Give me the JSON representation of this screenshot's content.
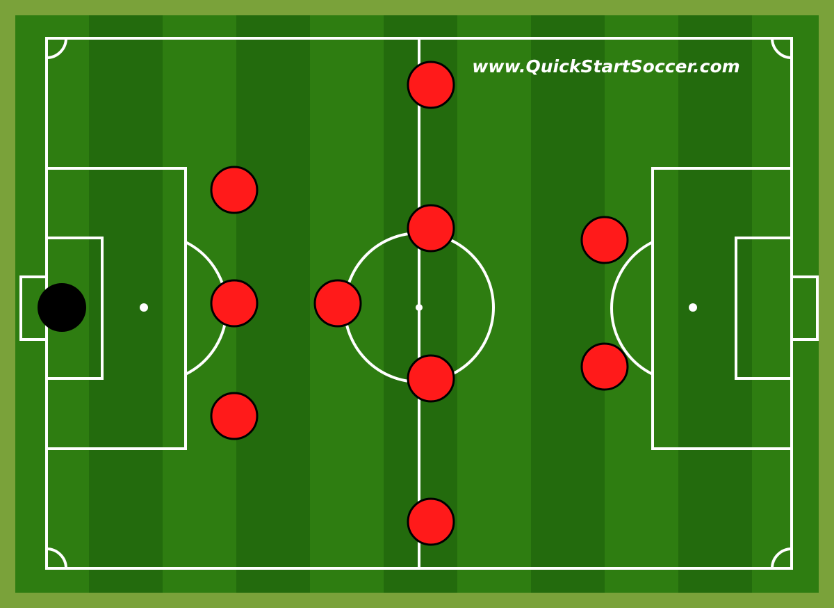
{
  "colors": {
    "frame": "#7aa23a",
    "stripe_light": "#2e7d11",
    "stripe_dark": "#236b0d",
    "lines": "#ffffff",
    "outfield_player": "#ff1a1a",
    "player_outline": "#000000",
    "goalkeeper": "#000000"
  },
  "watermark": "www.QuickStartSoccer.com",
  "formation": {
    "team_size": 11,
    "goalkeeper": {
      "role": "goalkeeper",
      "color_key": "goalkeeper"
    },
    "outfield_players": [
      {
        "role": "defender",
        "line": 1,
        "slot": 1
      },
      {
        "role": "defender",
        "line": 1,
        "slot": 2
      },
      {
        "role": "defender",
        "line": 1,
        "slot": 3
      },
      {
        "role": "sweeper-midfielder",
        "line": 2,
        "slot": 1
      },
      {
        "role": "midfielder",
        "line": 3,
        "slot": 1
      },
      {
        "role": "midfielder",
        "line": 3,
        "slot": 2
      },
      {
        "role": "midfielder",
        "line": 3,
        "slot": 3
      },
      {
        "role": "midfielder",
        "line": 3,
        "slot": 4
      },
      {
        "role": "forward",
        "line": 4,
        "slot": 1
      },
      {
        "role": "forward",
        "line": 4,
        "slot": 2
      }
    ]
  }
}
